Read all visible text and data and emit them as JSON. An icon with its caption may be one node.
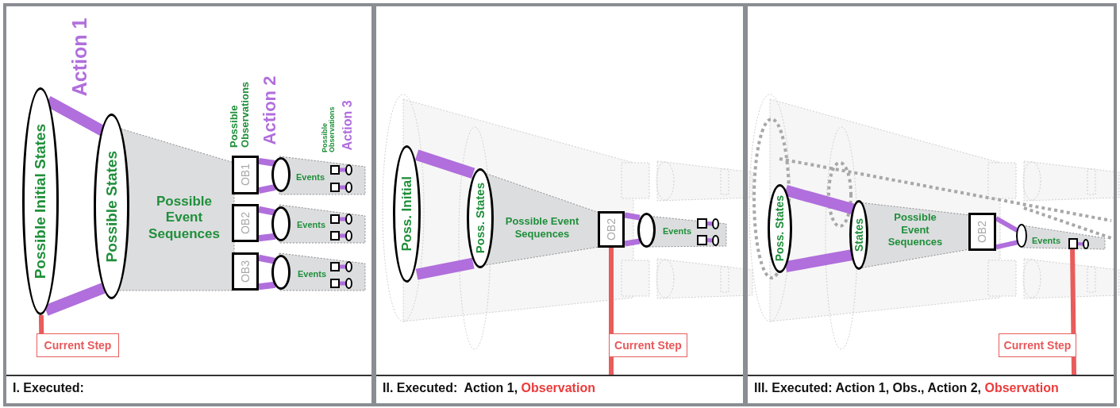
{
  "diagram": {
    "nodes": [
      {
        "text": [
          "I. Executed:"
        ]
      },
      {
        "text": [
          "Possible Initial States"
        ],
        "in": 0
      },
      {
        "text": [
          "Possible States"
        ],
        "in": 0
      },
      {
        "text": [
          "OB1"
        ],
        "in": 0
      },
      {
        "text": [
          "OB2"
        ],
        "in": 0
      },
      {
        "text": [
          "OB3"
        ],
        "in": 0
      },
      {
        "text": [],
        "shape": "ellipse",
        "in": 0
      },
      {
        "text": [],
        "shape": "ellipse",
        "in": 0
      },
      {
        "text": [],
        "shape": "ellipse",
        "in": 0
      },
      {
        "text": [],
        "shape": "box",
        "in": 0
      },
      {
        "text": [],
        "shape": "box",
        "in": 0
      },
      {
        "text": [],
        "shape": "box",
        "in": 0
      },
      {
        "text": [],
        "shape": "box",
        "in": 0
      },
      {
        "text": [],
        "shape": "box",
        "in": 0
      },
      {
        "text": [],
        "shape": "box",
        "in": 0
      },
      {
        "text": [],
        "shape": "ellipse",
        "in": 0
      },
      {
        "text": [],
        "shape": "ellipse",
        "in": 0
      },
      {
        "text": [],
        "shape": "ellipse",
        "in": 0
      },
      {
        "text": [],
        "shape": "ellipse",
        "in": 0
      },
      {
        "text": [],
        "shape": "ellipse",
        "in": 0
      },
      {
        "text": [],
        "shape": "ellipse",
        "in": 0
      },
      {
        "text": [
          "Current Step"
        ],
        "in": 0
      },
      {
        "text": [
          "II. Executed:  Action 1,",
          "Observation"
        ]
      },
      {
        "text": [
          "Poss. Initial"
        ],
        "in": 22
      },
      {
        "text": [
          "Poss. States"
        ],
        "in": 22
      },
      {
        "text": [
          "OB2"
        ],
        "in": 22
      },
      {
        "text": [],
        "shape": "ellipse",
        "in": 22
      },
      {
        "text": [],
        "shape": "box",
        "in": 22
      },
      {
        "text": [],
        "shape": "box",
        "in": 22
      },
      {
        "text": [],
        "shape": "ellipse",
        "in": 22
      },
      {
        "text": [],
        "shape": "ellipse",
        "in": 22
      },
      {
        "text": [
          "Current Step"
        ],
        "in": 22
      },
      {
        "text": [
          "III. Executed: Action 1, Obs., Action 2,",
          "Observation"
        ]
      },
      {
        "text": [
          "Poss. States"
        ],
        "in": 32
      },
      {
        "text": [
          "States"
        ],
        "in": 32
      },
      {
        "text": [
          "OB2"
        ],
        "in": 32
      },
      {
        "text": [],
        "shape": "ellipse",
        "in": 32
      },
      {
        "text": [],
        "shape": "box",
        "in": 32
      },
      {
        "text": [],
        "shape": "ellipse",
        "in": 32
      },
      {
        "text": [
          "Current Step"
        ],
        "in": 32
      }
    ],
    "edges": [
      {
        "from": 1,
        "to": 2,
        "arrow": "none",
        "style": "thick"
      },
      {
        "from": 1,
        "to": 2,
        "arrow": "none",
        "style": "thick"
      },
      {
        "from": 3,
        "to": 6,
        "arrow": "none"
      },
      {
        "from": 3,
        "to": 6,
        "arrow": "none"
      },
      {
        "from": 4,
        "to": 7,
        "arrow": "none"
      },
      {
        "from": 4,
        "to": 7,
        "arrow": "none"
      },
      {
        "from": 5,
        "to": 8,
        "arrow": "none"
      },
      {
        "from": 5,
        "to": 8,
        "arrow": "none"
      },
      {
        "from": 9,
        "to": 15,
        "arrow": "none"
      },
      {
        "from": 10,
        "to": 16,
        "arrow": "none"
      },
      {
        "from": 11,
        "to": 17,
        "arrow": "none"
      },
      {
        "from": 12,
        "to": 18,
        "arrow": "none"
      },
      {
        "from": 13,
        "to": 19,
        "arrow": "none"
      },
      {
        "from": 14,
        "to": 20,
        "arrow": "none"
      },
      {
        "from": 21,
        "to": 1,
        "arrow": "none",
        "color": "#e85c5c"
      },
      {
        "from": 23,
        "to": 24,
        "arrow": "none",
        "style": "thick"
      },
      {
        "from": 23,
        "to": 24,
        "arrow": "none",
        "style": "thick"
      },
      {
        "from": 25,
        "to": 26,
        "arrow": "none"
      },
      {
        "from": 25,
        "to": 26,
        "arrow": "none"
      },
      {
        "from": 27,
        "to": 29,
        "arrow": "none"
      },
      {
        "from": 28,
        "to": 30,
        "arrow": "none"
      },
      {
        "from": 31,
        "to": 25,
        "arrow": "none",
        "color": "#e85c5c"
      },
      {
        "from": 33,
        "to": 34,
        "arrow": "none",
        "style": "thick"
      },
      {
        "from": 33,
        "to": 34,
        "arrow": "none",
        "style": "thick"
      },
      {
        "from": 35,
        "to": 36,
        "arrow": "none"
      },
      {
        "from": 35,
        "to": 36,
        "arrow": "none"
      },
      {
        "from": 37,
        "to": 38,
        "arrow": "none"
      },
      {
        "from": 39,
        "to": 37,
        "arrow": "none",
        "color": "#e85c5c"
      }
    ],
    "labels": [
      "Action 1",
      "Possible Observations",
      "Action 2",
      "Possible Observations",
      "Action 3",
      "Possible Event Sequences",
      "Events",
      "Events",
      "Events",
      "Possible Event Sequences",
      "Events",
      "Possible Event Sequences",
      "Events"
    ]
  }
}
